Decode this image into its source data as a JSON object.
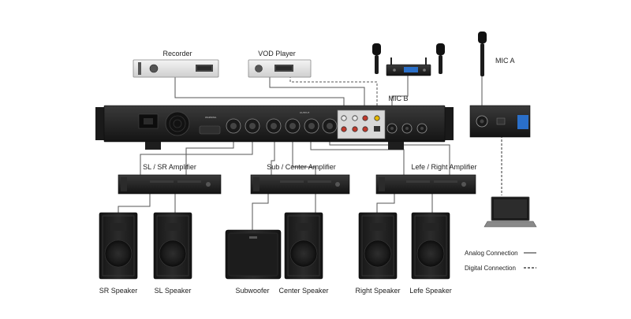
{
  "devices": {
    "recorder": "Recorder",
    "vod_player": "VOD Player",
    "mic_a": "MIC A",
    "mic_b": "MIC B"
  },
  "amplifiers": {
    "sl_sr": "SL / SR Amplifier",
    "sub_center": "Sub / Center Amplifier",
    "left_right": "Lefe / Right Amplifier"
  },
  "speakers": {
    "sr": "SR Speaker",
    "sl": "SL Speaker",
    "subwoofer": "Subwoofer",
    "center": "Center Speaker",
    "right": "Right Speaker",
    "left": "Lefe Speaker"
  },
  "legend": {
    "analog": "Analog Connection",
    "digital": "Digital Connection"
  },
  "colors": {
    "device_dark": "#1c1c1c",
    "line": "#555555",
    "rca_red": "#c0392b",
    "rca_white": "#e8e8e8",
    "rca_yellow": "#e6b800",
    "accent_blue": "#2a6fc9"
  }
}
